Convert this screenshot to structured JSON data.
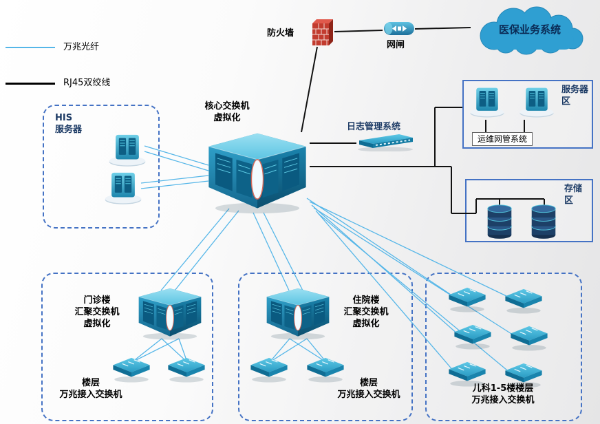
{
  "legend": {
    "fiber_label": "万兆光纤",
    "rj45_label": "RJ45双绞线"
  },
  "external": {
    "firewall_label": "防火墙",
    "gatekeeper_label": "网闸",
    "cloud_label": "医保业务系统"
  },
  "his_area": {
    "title_line1": "HIS",
    "title_line2": "服务器"
  },
  "core_switch": {
    "label_line1": "核心交换机",
    "label_line2": "虚拟化"
  },
  "log_system": {
    "label": "日志管理系统"
  },
  "server_area": {
    "title_line1": "服务器",
    "title_line2": "区",
    "ops_label": "运维网管系统"
  },
  "storage_area": {
    "title_line1": "存储",
    "title_line2": "区"
  },
  "outpatient": {
    "label_line1": "门诊楼",
    "label_line2": "汇聚交换机",
    "label_line3": "虚拟化",
    "floor_line1": "楼层",
    "floor_line2": "万兆接入交换机"
  },
  "inpatient": {
    "label_line1": "住院楼",
    "label_line2": "汇聚交换机",
    "label_line3": "虚拟化",
    "floor_line1": "楼层",
    "floor_line2": "万兆接入交换机"
  },
  "pediatrics": {
    "label_line1": "儿科1-5楼楼层",
    "label_line2": "万兆接入交换机"
  },
  "colors": {
    "fiber_line": "#55b6e8",
    "rj45_line": "#111111",
    "box_border": "#4472c4",
    "cloud_fill": "#2f9fd2",
    "device_teal": "#1e86ad",
    "firewall_red": "#c23b2e",
    "storage_navy": "#1d4067"
  }
}
